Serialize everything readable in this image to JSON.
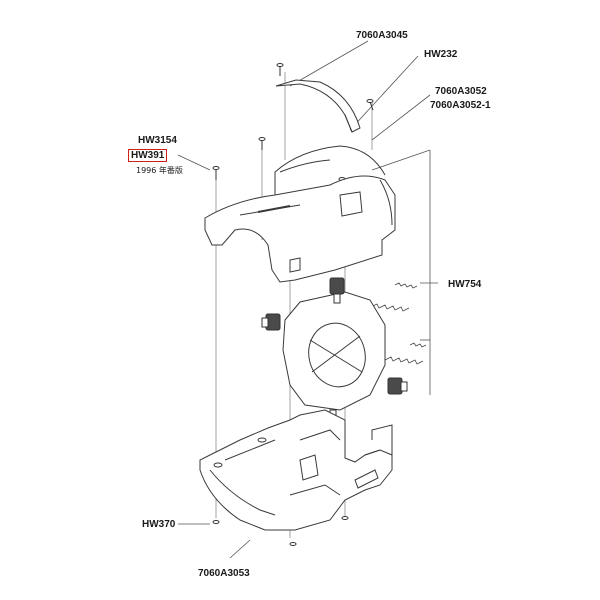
{
  "labels": {
    "hw3154": "HW3154",
    "hw391": "HW391",
    "hw391_note": "1996 年番版",
    "p7060a3045": "7060A3045",
    "hw232": "HW232",
    "p7060a3052": "7060A3052",
    "p7060a3052_1": "7060A3052-1",
    "hw754": "HW754",
    "hw370": "HW370",
    "p7060a3053": "7060A3053"
  },
  "colors": {
    "line": "#3a3a3a",
    "highlight": "#d0201a",
    "pad": "#4a4a4a"
  }
}
